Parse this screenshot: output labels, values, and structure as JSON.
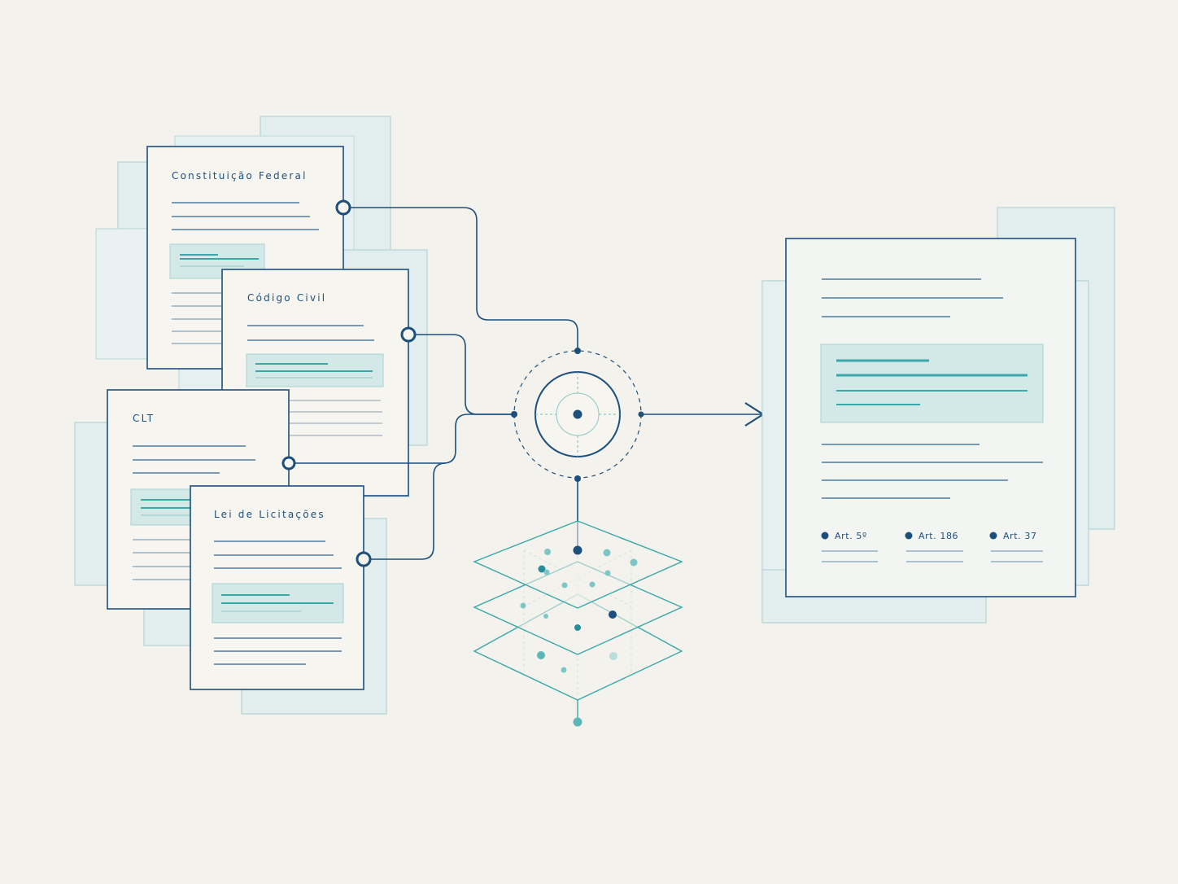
{
  "source_documents": [
    {
      "title": "Constituição Federal"
    },
    {
      "title": "Código Civil"
    },
    {
      "title": "CLT"
    },
    {
      "title": "Lei de Licitações"
    }
  ],
  "output_document": {
    "citations": [
      {
        "label": "Art. 5º"
      },
      {
        "label": "Art. 186"
      },
      {
        "label": "Art. 37"
      }
    ]
  },
  "colors": {
    "background": "#f4f2ec",
    "navy": "#1d4f7c",
    "teal": "#3aa7a9",
    "pale_teal": "#dcecec"
  }
}
